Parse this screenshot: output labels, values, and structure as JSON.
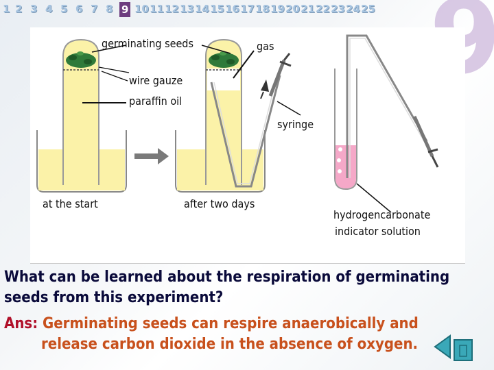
{
  "nav": {
    "numbers": [
      "1",
      "2",
      "3",
      "4",
      "5",
      "6",
      "7",
      "8",
      "9",
      "10",
      "11",
      "12",
      "13",
      "14",
      "15",
      "16",
      "17",
      "18",
      "19",
      "20",
      "21",
      "22",
      "23",
      "24",
      "25"
    ],
    "current": "9"
  },
  "slide_badge": "9",
  "diagram": {
    "labels": {
      "germinating_seeds": "germinating seeds",
      "gas": "gas",
      "wire_gauze": "wire gauze",
      "paraffin_oil": "paraffin oil",
      "syringe": "syringe",
      "at_the_start": "at the start",
      "after_two_days": "after two days",
      "indicator_line1": "hydrogencarbonate",
      "indicator_line2": "indicator solution"
    },
    "colors": {
      "liquid": "#fbf2a8",
      "indicator": "#f5a8c8",
      "seeds": "#2f7a3a"
    }
  },
  "question": "What can be learned about the respiration of  germinating seeds from this experiment?",
  "answer": {
    "prefix": "Ans:",
    "line1": "Germinating seeds can respire anaerobically and",
    "line2": "release carbon dioxide in the absence of oxygen."
  },
  "controls": {
    "back_icon": "back-arrow-icon",
    "home_icon": "home-icon"
  }
}
